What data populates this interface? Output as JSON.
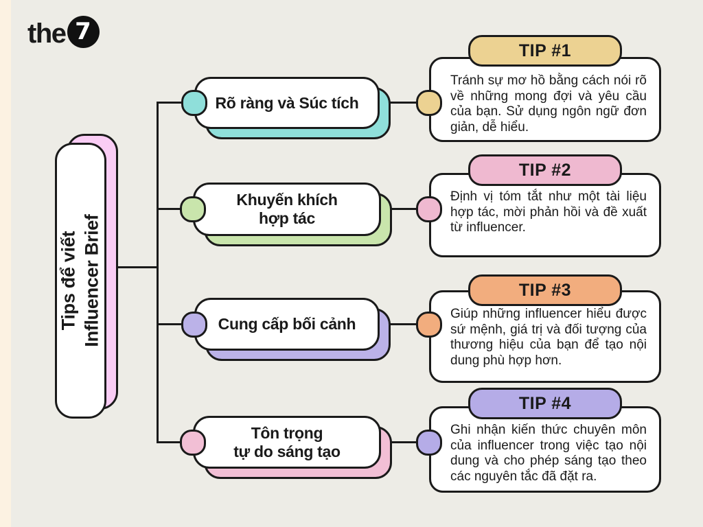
{
  "colors": {
    "canvas_bg": "#EDECE6",
    "left_strip": "#FCF2E2",
    "ink": "#1A1A1A",
    "root_accent": "#FACDF5",
    "row_accents": [
      "#8FDFDA",
      "#C9E5AC",
      "#BBB2E8",
      "#F2BFD5"
    ],
    "tip_accents": [
      "#ECD292",
      "#EFB9D0",
      "#F2AD7E",
      "#B5ACE7"
    ]
  },
  "logo": {
    "prefix": "the",
    "badge": "7"
  },
  "root": {
    "label_line1": "Tips để viết",
    "label_line2": "Influencer Brief"
  },
  "rows": [
    {
      "branch": {
        "label1": "Rõ ràng và Súc tích",
        "label2": "",
        "accent": "#8FDFDA"
      },
      "tip": {
        "header": "TIP #1",
        "accent": "#ECD292",
        "body": "Tránh sự mơ hồ bằng cách nói rõ về những mong đợi và yêu cầu của bạn. Sử dụng ngôn ngữ đơn giản, dễ hiểu."
      }
    },
    {
      "branch": {
        "label1": "Khuyến khích",
        "label2": "hợp tác",
        "accent": "#C9E5AC"
      },
      "tip": {
        "header": "TIP #2",
        "accent": "#EFB9D0",
        "body": "Định vị tóm tắt như một tài liệu hợp tác, mời phản hồi và đề xuất từ influencer."
      }
    },
    {
      "branch": {
        "label1": "Cung cấp bối cảnh",
        "label2": "",
        "accent": "#BBB2E8"
      },
      "tip": {
        "header": "TIP #3",
        "accent": "#F2AD7E",
        "body": "Giúp những influencer hiểu được sứ mệnh, giá trị và đối tượng của thương hiệu của bạn để tạo nội dung phù hợp hơn."
      }
    },
    {
      "branch": {
        "label1": "Tôn trọng",
        "label2": "tự do sáng tạo",
        "accent": "#F2BFD5"
      },
      "tip": {
        "header": "TIP #4",
        "accent": "#B5ACE7",
        "body": "Ghi nhận kiến thức chuyên môn của influencer trong việc tạo nội dung và cho phép sáng tạo theo các nguyên tắc đã đặt ra."
      }
    }
  ]
}
